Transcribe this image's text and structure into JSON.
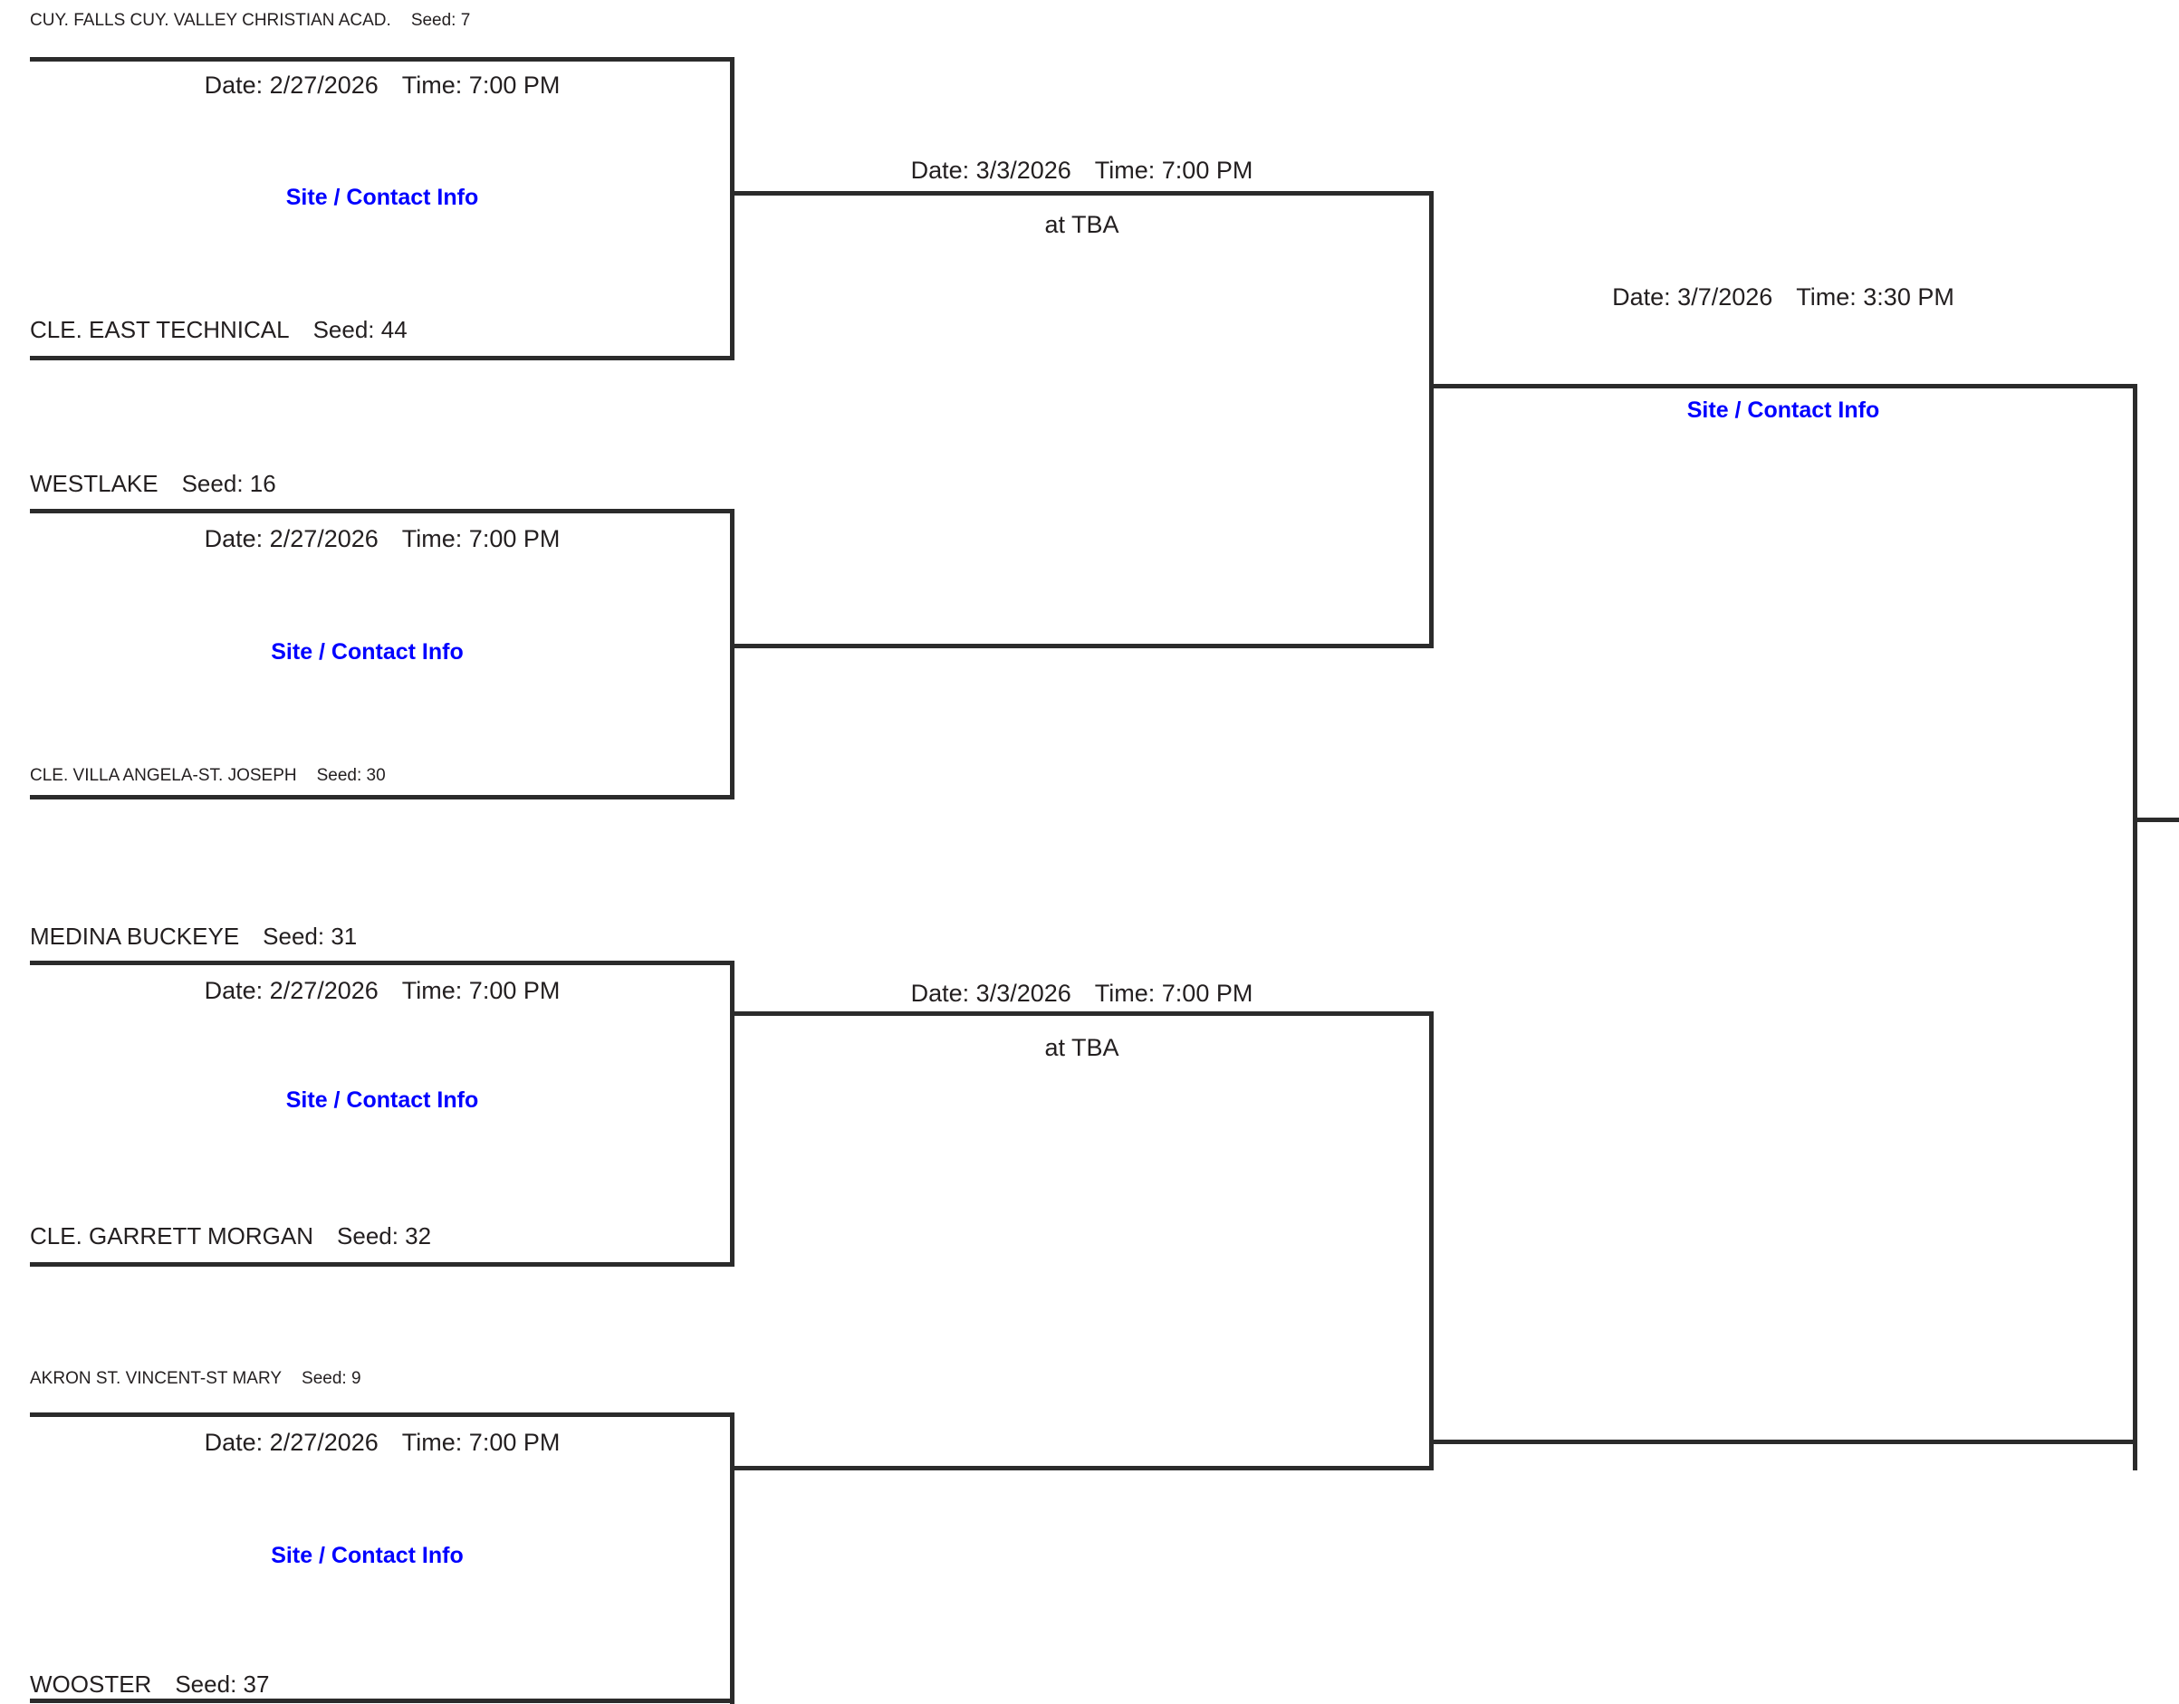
{
  "bracket": {
    "site_link_label": "Site / Contact Info",
    "venue_tba_label": "at TBA",
    "date_prefix": "Date:",
    "time_prefix": "Time:",
    "seed_prefix": "Seed:",
    "link_color": "#0000ff",
    "line_color": "#2b2b2b",
    "text_color": "#231f20"
  },
  "round1": [
    {
      "top_team": {
        "name": "CUY. FALLS CUY. VALLEY CHRISTIAN ACAD.",
        "seed_label": "Seed: 7",
        "size": "small"
      },
      "bottom_team": {
        "name": "CLE. EAST TECHNICAL",
        "seed_label": "Seed: 44",
        "size": "large"
      },
      "date_line": "Date: 2/27/2026",
      "time_line": "Time: 7:00 PM",
      "site_link": "Site / Contact Info"
    },
    {
      "top_team": {
        "name": "WESTLAKE",
        "seed_label": "Seed: 16",
        "size": "large"
      },
      "bottom_team": {
        "name": "CLE. VILLA ANGELA-ST. JOSEPH",
        "seed_label": "Seed: 30",
        "size": "small"
      },
      "date_line": "Date: 2/27/2026",
      "time_line": "Time: 7:00 PM",
      "site_link": "Site / Contact Info"
    },
    {
      "top_team": {
        "name": "MEDINA BUCKEYE",
        "seed_label": "Seed: 31",
        "size": "large"
      },
      "bottom_team": {
        "name": "CLE. GARRETT MORGAN",
        "seed_label": "Seed: 32",
        "size": "large"
      },
      "date_line": "Date: 2/27/2026",
      "time_line": "Time: 7:00 PM",
      "site_link": "Site / Contact Info"
    },
    {
      "top_team": {
        "name": "AKRON ST. VINCENT-ST MARY",
        "seed_label": "Seed: 9",
        "size": "small"
      },
      "bottom_team": {
        "name": "WOOSTER",
        "seed_label": "Seed: 37",
        "size": "large"
      },
      "date_line": "Date: 2/27/2026",
      "time_line": "Time: 7:00 PM",
      "site_link": "Site / Contact Info"
    }
  ],
  "round2": [
    {
      "date_line": "Date: 3/3/2026",
      "time_line": "Time: 7:00 PM",
      "venue_line": "at TBA"
    },
    {
      "date_line": "Date: 3/3/2026",
      "time_line": "Time: 7:00 PM",
      "venue_line": "at TBA"
    }
  ],
  "round3": [
    {
      "date_line": "Date: 3/7/2026",
      "time_line": "Time: 3:30 PM",
      "site_link": "Site / Contact Info"
    }
  ]
}
